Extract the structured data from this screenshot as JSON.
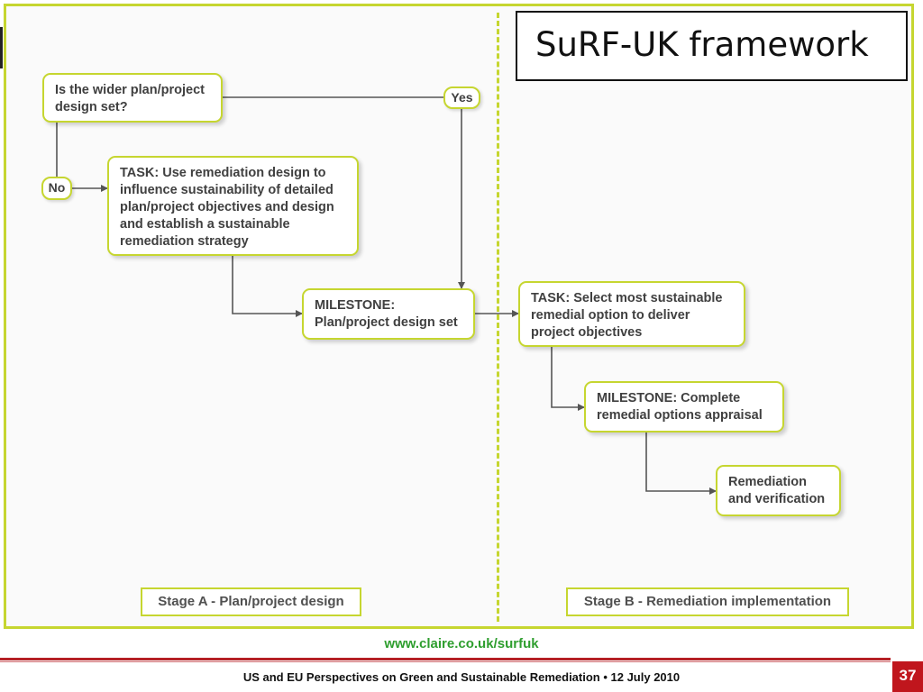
{
  "title": "SuRF-UK framework",
  "nodes": {
    "question": "Is the wider plan/project\ndesign set?",
    "yes": "Yes",
    "no": "No",
    "task_a": "TASK: Use remediation design to\ninfluence sustainability of detailed\nplan/project objectives and design\nand establish a sustainable\nremediation strategy",
    "milestone_a": "MILESTONE:\nPlan/project design set",
    "task_b": "TASK: Select most sustainable\nremedial option to deliver\nproject objectives",
    "milestone_b": "MILESTONE: Complete\nremedial options appraisal",
    "remediation": "Remediation\nand verification"
  },
  "stages": {
    "a": "Stage A - Plan/project design",
    "b": "Stage B - Remediation implementation"
  },
  "footer": {
    "link": "www.claire.co.uk/surfuk",
    "text": "US and EU Perspectives on Green and Sustainable Remediation  •  12 July 2010",
    "page": "37"
  },
  "colors": {
    "accent": "#c6d630",
    "connector": "#555555",
    "footer_red": "#c0161d",
    "link_green": "#2e9e2e"
  }
}
